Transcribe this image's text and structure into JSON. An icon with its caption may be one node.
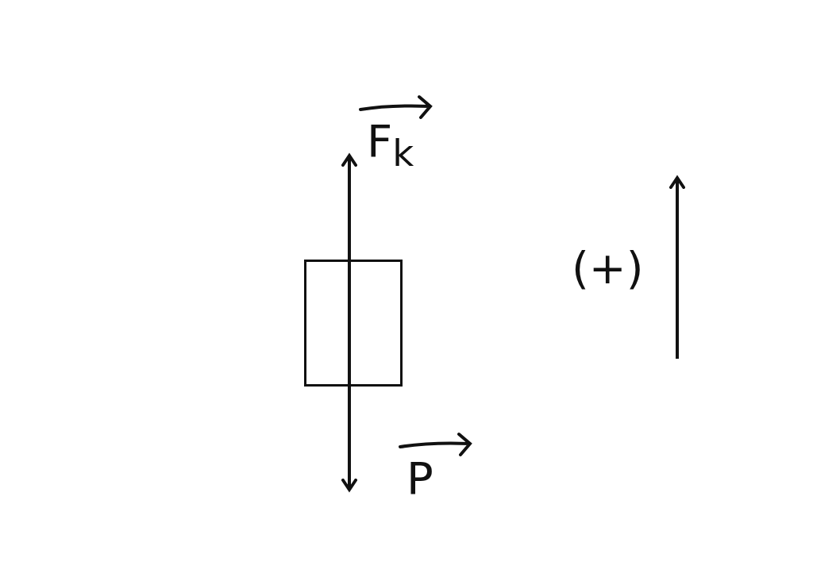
{
  "diagram": {
    "nodes": [
      {
        "text": [],
        "shape": "box"
      }
    ],
    "edges": [],
    "labels": [
      "F$_{k}$",
      "P",
      "(+)"
    ]
  }
}
